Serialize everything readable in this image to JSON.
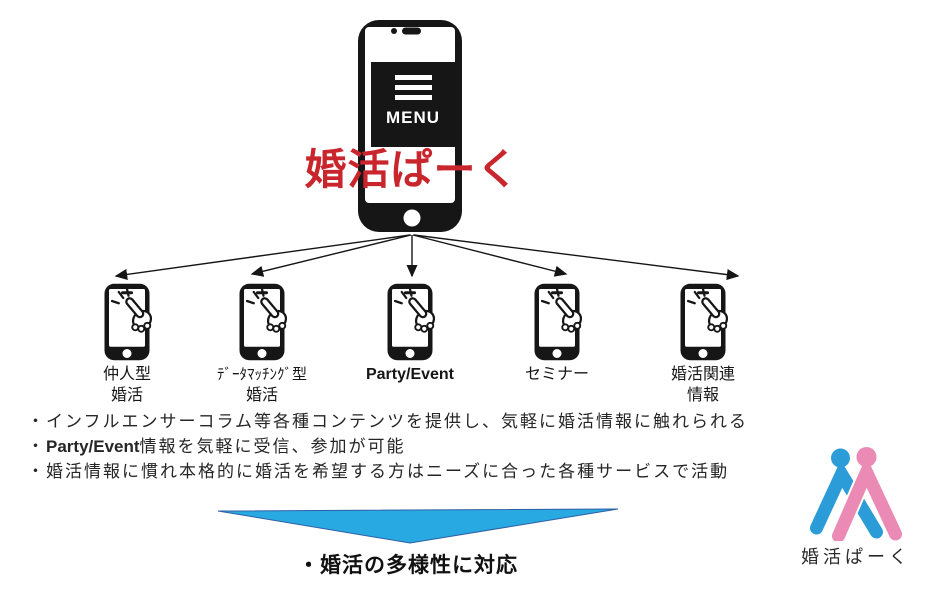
{
  "palette": {
    "title_red": "#C9252C",
    "arrow_blue": "#29A9E1",
    "arrow_blue_border": "#2F5FA5",
    "logo_blue": "#2B9CD8",
    "logo_pink": "#EB8AB4",
    "ink": "#161616"
  },
  "app_phone": {
    "menu_label": "MENU",
    "title": "婚活ぱーく"
  },
  "branches": [
    {
      "line1": "仲人型",
      "line2": "婚活"
    },
    {
      "line1": "ﾃﾞｰﾀﾏｯﾁﾝｸﾞ型",
      "line2": "婚活"
    },
    {
      "line1": "Party/Event",
      "line2": ""
    },
    {
      "line1": "セミナー",
      "line2": ""
    },
    {
      "line1": "婚活関連",
      "line2": "情報"
    }
  ],
  "bullets": {
    "b1": "・インフルエンサーコラム等各種コンテンツを提供し、気軽に婚活情報に触れられる",
    "b2_marker": "・",
    "b2_bold": "Party/Event",
    "b2_rest": "情報を気軽に受信、参加が可能",
    "b3": "・婚活情報に慣れ本格的に婚活を希望する方はニーズに合った各種サービスで活動"
  },
  "conclusion": "・婚活の多様性に対応",
  "logo": {
    "wordmark": "婚活ぱーく"
  }
}
